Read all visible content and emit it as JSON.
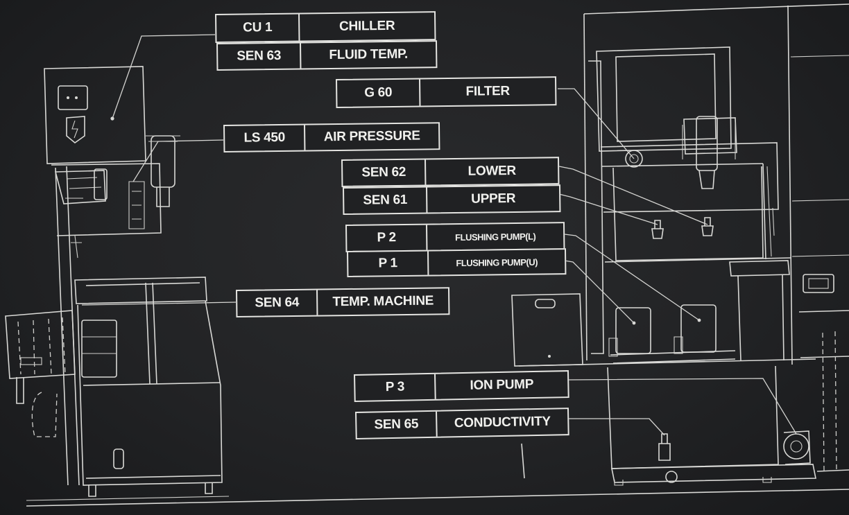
{
  "labels": {
    "cu1": {
      "code": "CU 1",
      "name": "CHILLER"
    },
    "sen63": {
      "code": "SEN 63",
      "name": "FLUID TEMP."
    },
    "g60": {
      "code": "G 60",
      "name": "FILTER"
    },
    "ls450": {
      "code": "LS 450",
      "name": "AIR PRESSURE"
    },
    "sen62": {
      "code": "SEN 62",
      "name": "LOWER"
    },
    "sen61": {
      "code": "SEN 61",
      "name": "UPPER"
    },
    "p2": {
      "code": "P 2",
      "name": "FLUSHING PUMP(L)"
    },
    "p1": {
      "code": "P 1",
      "name": "FLUSHING PUMP(U)"
    },
    "sen64": {
      "code": "SEN 64",
      "name": "TEMP. MACHINE"
    },
    "p3": {
      "code": "P 3",
      "name": "ION PUMP"
    },
    "sen65": {
      "code": "SEN 65",
      "name": "CONDUCTIVITY"
    }
  },
  "colors": {
    "background": "#222325",
    "line": "#d9d9d6",
    "label_text": "#f1f1ee"
  }
}
